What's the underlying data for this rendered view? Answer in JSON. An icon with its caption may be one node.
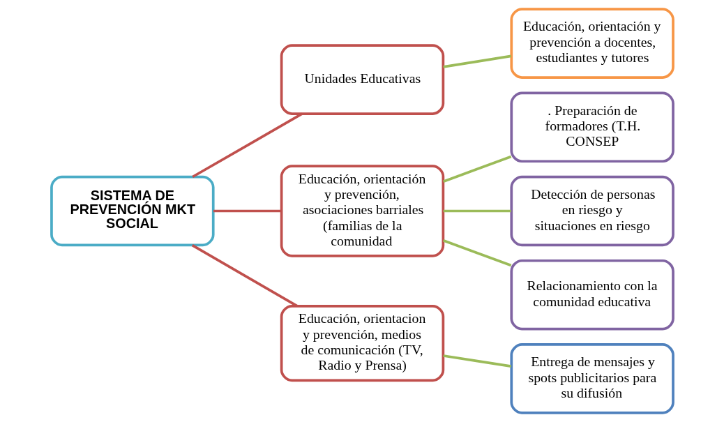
{
  "diagram": {
    "nodes": [
      {
        "text": [
          "SISTEMA DE PREVENCIÓN MKT SOCIAL"
        ]
      },
      {
        "text": [
          "Unidades Educativas"
        ]
      },
      {
        "text": [
          "Educación, orientación y prevención a docentes, estudiantes y tutores"
        ]
      },
      {
        "text": [
          "Educación, orientación y prevención, asociaciones barriales (familias de la comunidad"
        ]
      },
      {
        "text": [
          ". Preparación de formadores (T.H. CONSEP"
        ]
      },
      {
        "text": [
          "Detección de personas en riesgo y situaciones en riesgo"
        ]
      },
      {
        "text": [
          "Relacionamiento con la comunidad educativa"
        ]
      },
      {
        "text": [
          "Educación, orientacion y prevención, medios de comunicación (TV, Radio y Prensa)"
        ]
      },
      {
        "text": [
          "Entrega de mensajes y spots publicitarios para su difusión"
        ]
      }
    ],
    "edges": [
      {
        "from": 0,
        "to": 1,
        "arrow": "none",
        "color": "#c0504d"
      },
      {
        "from": 1,
        "to": 2,
        "arrow": "none"
      },
      {
        "from": 0,
        "to": 3,
        "arrow": "none",
        "color": "#c0504d"
      },
      {
        "from": 3,
        "to": 4,
        "arrow": "none"
      },
      {
        "from": 3,
        "to": 5,
        "arrow": "none"
      },
      {
        "from": 3,
        "to": 6,
        "arrow": "none"
      },
      {
        "from": 0,
        "to": 7,
        "arrow": "none",
        "color": "#c0504d"
      },
      {
        "from": 7,
        "to": 8,
        "arrow": "none"
      }
    ]
  }
}
